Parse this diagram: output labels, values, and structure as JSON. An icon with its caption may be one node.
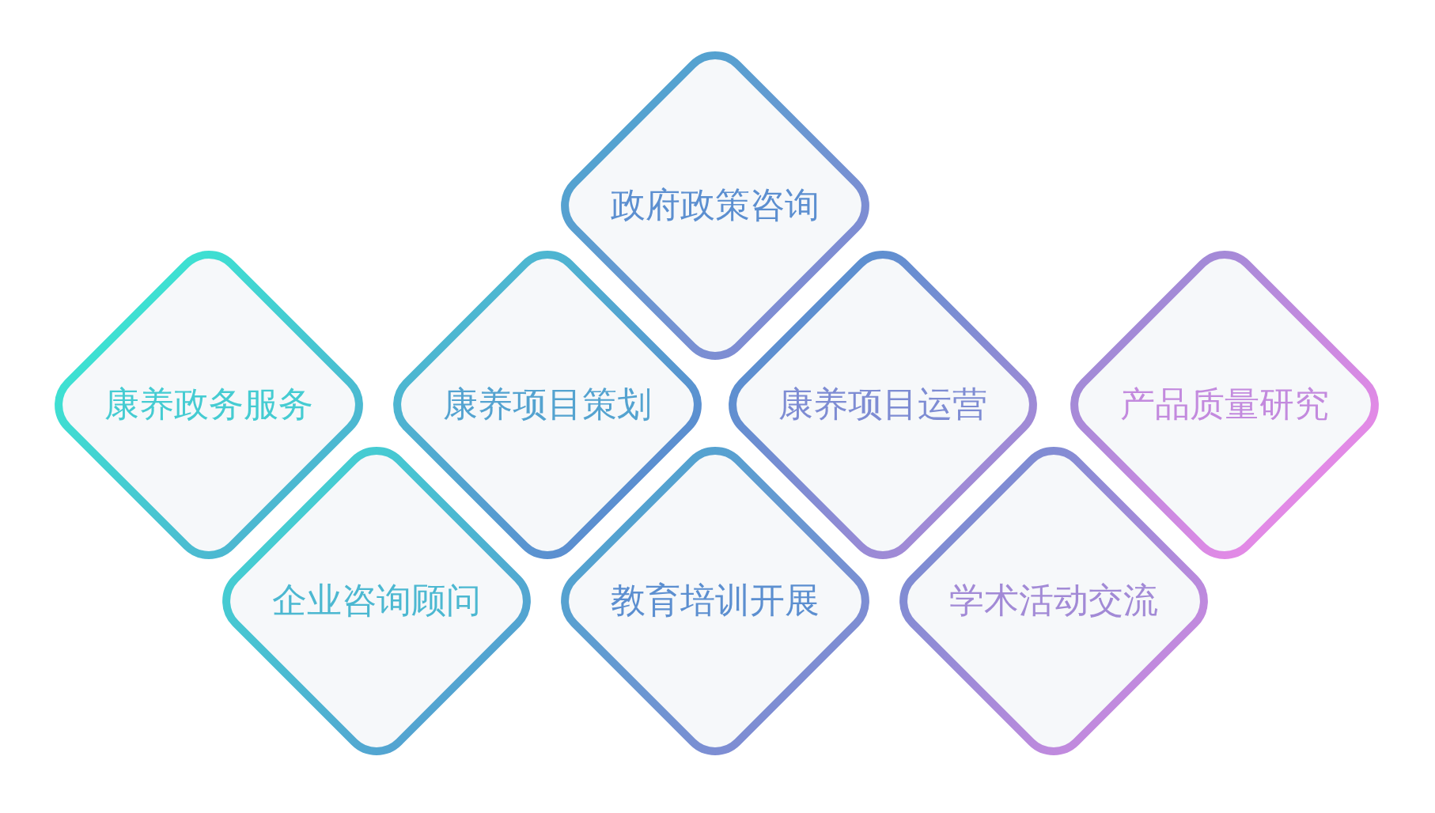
{
  "diagram": {
    "nodes": [
      {
        "text": [
          "政府政策咨询"
        ]
      },
      {
        "text": [
          "康养政务服务"
        ]
      },
      {
        "text": [
          "康养项目策划"
        ]
      },
      {
        "text": [
          "康养项目运营"
        ]
      },
      {
        "text": [
          "产品质量研究"
        ]
      },
      {
        "text": [
          "企业咨询顾问"
        ]
      },
      {
        "text": [
          "教育培训开展"
        ]
      },
      {
        "text": [
          "学术活动交流"
        ]
      }
    ],
    "edges": []
  }
}
